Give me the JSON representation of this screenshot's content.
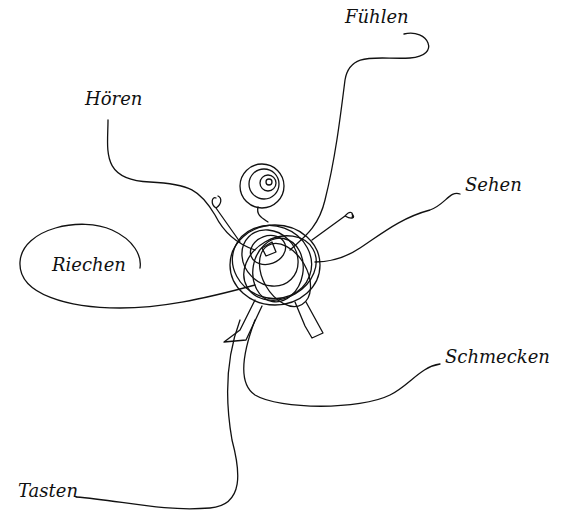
{
  "diagram": {
    "labels": [
      "Fühlen",
      "Hören",
      "Sehen",
      "Riechen",
      "Schmecken",
      "Tasten"
    ]
  }
}
